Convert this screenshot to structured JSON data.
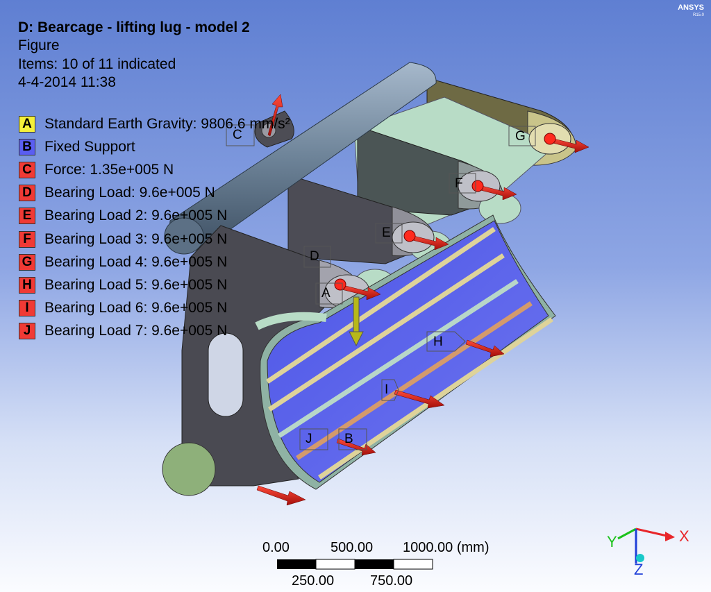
{
  "header": {
    "title": "D: Bearcage - lifting lug - model 2",
    "subtitle": "Figure",
    "items": "Items: 10 of 11 indicated",
    "date": "4-4-2014 11:38"
  },
  "brand": {
    "name": "ANSYS",
    "version": "R15.0"
  },
  "legend": [
    {
      "key": "A",
      "label": "Standard Earth Gravity: 9806.6 mm/s²",
      "color": "#f5f03a"
    },
    {
      "key": "B",
      "label": "Fixed Support",
      "color": "#5a5ef2"
    },
    {
      "key": "C",
      "label": "Force: 1.35e+005 N",
      "color": "#f03a35"
    },
    {
      "key": "D",
      "label": "Bearing Load: 9.6e+005 N",
      "color": "#f03a35"
    },
    {
      "key": "E",
      "label": "Bearing Load 2: 9.6e+005 N",
      "color": "#f03a35"
    },
    {
      "key": "F",
      "label": "Bearing Load 3: 9.6e+005 N",
      "color": "#f03a35"
    },
    {
      "key": "G",
      "label": "Bearing Load 4: 9.6e+005 N",
      "color": "#f03a35"
    },
    {
      "key": "H",
      "label": "Bearing Load 5: 9.6e+005 N",
      "color": "#f03a35"
    },
    {
      "key": "I",
      "label": "Bearing Load 6: 9.6e+005 N",
      "color": "#f03a35"
    },
    {
      "key": "J",
      "label": "Bearing Load 7: 9.6e+005 N",
      "color": "#f03a35"
    }
  ],
  "tags": {
    "a": "A",
    "b": "B",
    "c": "C",
    "d": "D",
    "e": "E",
    "f": "F",
    "g": "G",
    "h": "H",
    "i": "I",
    "j": "J"
  },
  "scale_bar": {
    "top_labels": [
      "0.00",
      "500.00",
      "1000.00 (mm)"
    ],
    "bottom_labels": [
      "250.00",
      "750.00"
    ]
  },
  "triad": {
    "x": "X",
    "y": "Y",
    "z": "Z",
    "x_color": "#e8262a",
    "y_color": "#1bc21b",
    "z_color": "#1f3fd8"
  }
}
